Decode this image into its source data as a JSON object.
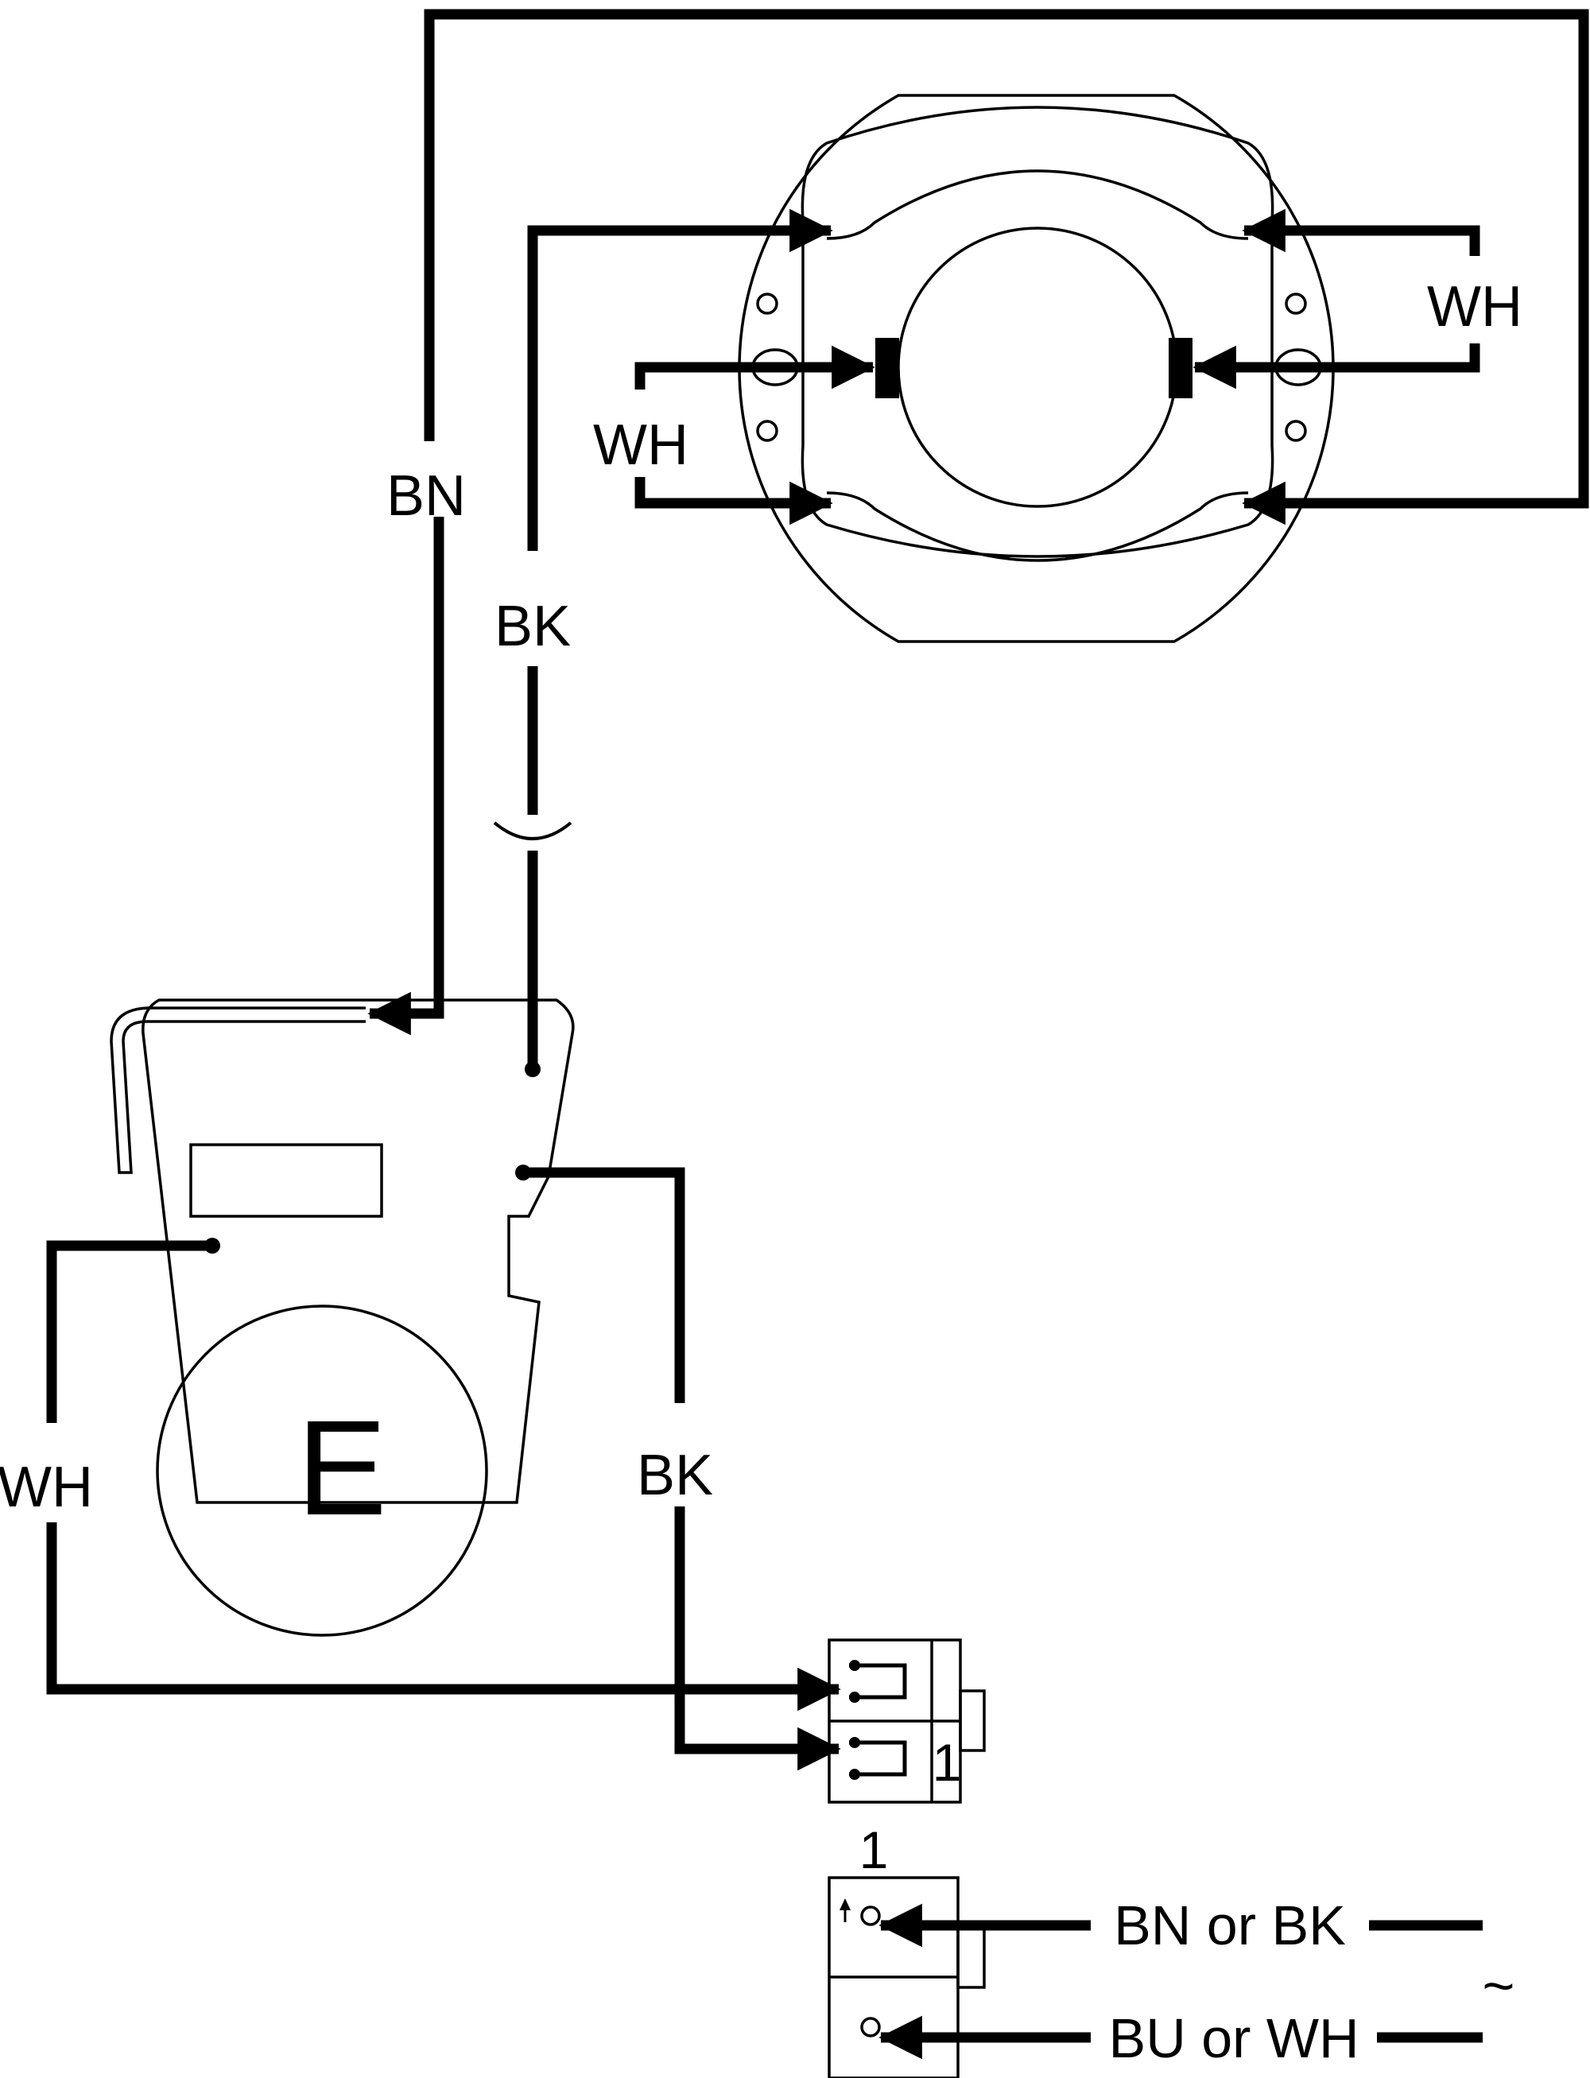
{
  "wire_labels": {
    "bn_top": "BN",
    "bk_top": "BK",
    "wh_left_motor": "WH",
    "wh_right_motor": "WH",
    "wh_left_bottom": "WH",
    "bk_right_bottom": "BK"
  },
  "component_labels": {
    "e_component": "E",
    "connector_pin": "1"
  },
  "legend": {
    "pin_number": "1",
    "line_label": "BN or BK",
    "neutral_label": "BU or WH",
    "ac_symbol": "~"
  }
}
